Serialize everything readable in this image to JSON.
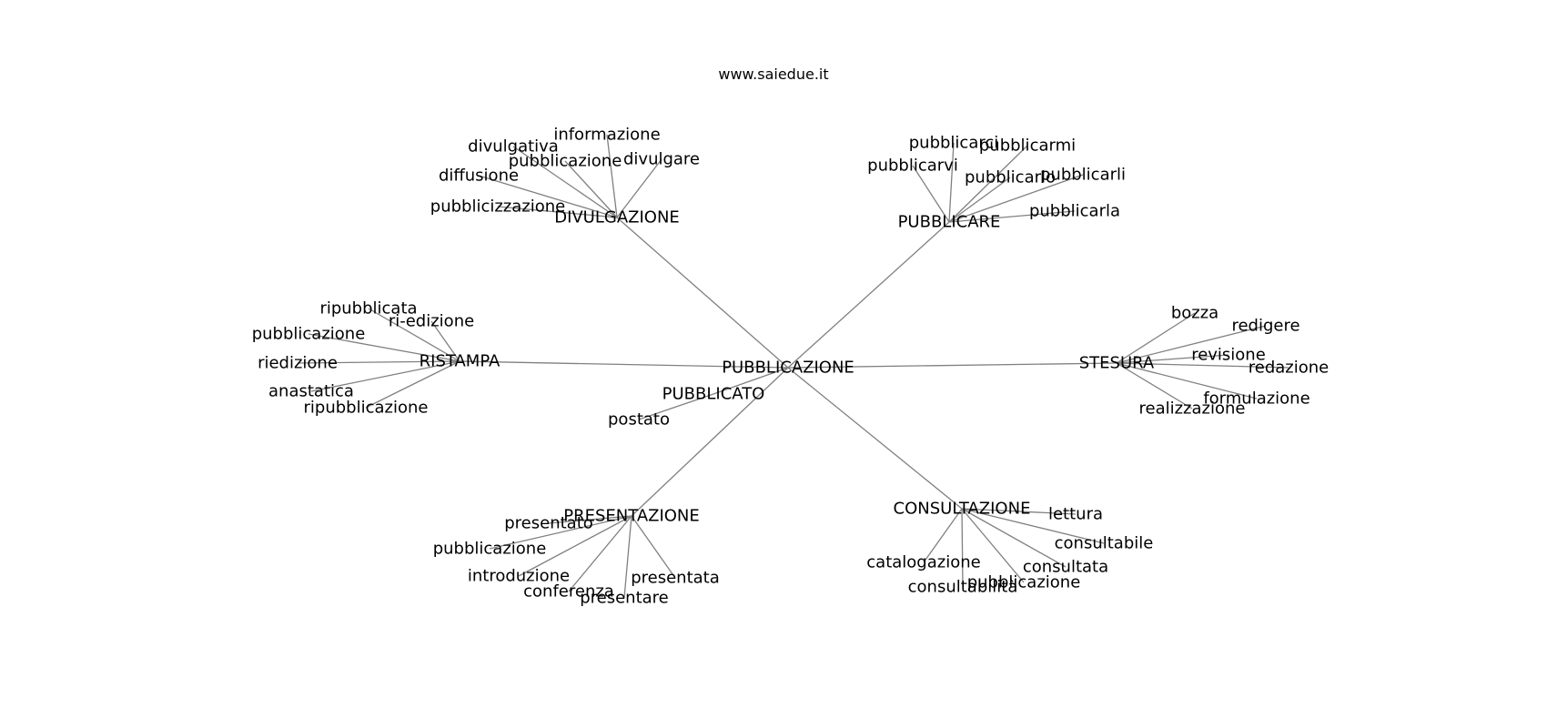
{
  "source": "www.saiedue.it",
  "edge_color": "#808080",
  "graph": {
    "root": {
      "id": "root",
      "label": "PUBBLICAZIONE"
    },
    "hubs": [
      {
        "id": "h_divulgazione",
        "label": "DIVULGAZIONE",
        "leaves": [
          "informazione",
          "divulgativa",
          "pubblicazione",
          "divulgare",
          "diffusione",
          "pubblicizzazione"
        ]
      },
      {
        "id": "h_pubblicare",
        "label": "PUBBLICARE",
        "leaves": [
          "pubblicarci",
          "pubblicarmi",
          "pubblicarvi",
          "pubblicarlo",
          "pubblicarli",
          "pubblicarla"
        ]
      },
      {
        "id": "h_ristampa",
        "label": "RISTAMPA",
        "leaves": [
          "ripubblicata",
          "ri-edizione",
          "pubblicazione",
          "riedizione",
          "anastatica",
          "ripubblicazione"
        ]
      },
      {
        "id": "h_stesura",
        "label": "STESURA",
        "leaves": [
          "bozza",
          "redigere",
          "revisione",
          "redazione",
          "formulazione",
          "realizzazione"
        ]
      },
      {
        "id": "h_pubblicato",
        "label": "PUBBLICATO",
        "leaves": [
          "postato"
        ]
      },
      {
        "id": "h_presentazione",
        "label": "PRESENTAZIONE",
        "leaves": [
          "presentato",
          "pubblicazione",
          "introduzione",
          "conferenza",
          "presentare",
          "presentata"
        ]
      },
      {
        "id": "h_consultazione",
        "label": "CONSULTAZIONE",
        "leaves": [
          "lettura",
          "consultabile",
          "consultata",
          "pubblicazione",
          "consultabilità",
          "catalogazione"
        ]
      }
    ]
  }
}
